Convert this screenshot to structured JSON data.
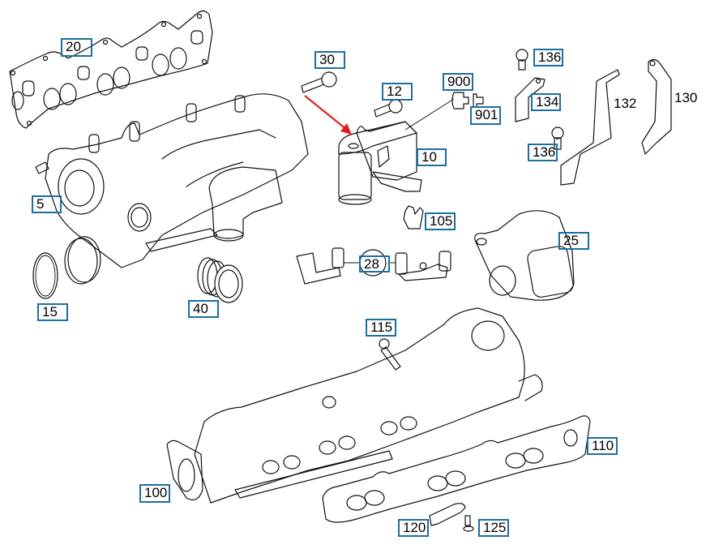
{
  "diagram": {
    "type": "exploded-parts-diagram",
    "subject": "intake manifold / EGR assembly",
    "callout_color": "#1a6fa3",
    "arrow_color": "#e02020",
    "arrow": {
      "from_part": "30",
      "to_part": "10"
    }
  },
  "callouts": [
    {
      "id": "20",
      "label": "20",
      "boxed": true
    },
    {
      "id": "30",
      "label": "30",
      "boxed": true
    },
    {
      "id": "12",
      "label": "12",
      "boxed": true
    },
    {
      "id": "900",
      "label": "900",
      "boxed": true
    },
    {
      "id": "901",
      "label": "901",
      "boxed": true
    },
    {
      "id": "136a",
      "label": "136",
      "boxed": true
    },
    {
      "id": "134",
      "label": "134",
      "boxed": true
    },
    {
      "id": "132",
      "label": "132",
      "boxed": false
    },
    {
      "id": "130",
      "label": "130",
      "boxed": false
    },
    {
      "id": "136b",
      "label": "136",
      "boxed": true
    },
    {
      "id": "10",
      "label": "10",
      "boxed": true
    },
    {
      "id": "5",
      "label": "5",
      "boxed": true
    },
    {
      "id": "105",
      "label": "105",
      "boxed": true
    },
    {
      "id": "25",
      "label": "25",
      "boxed": true
    },
    {
      "id": "28",
      "label": "28",
      "boxed": true,
      "circled": true
    },
    {
      "id": "15",
      "label": "15",
      "boxed": true
    },
    {
      "id": "40",
      "label": "40",
      "boxed": true
    },
    {
      "id": "115",
      "label": "115",
      "boxed": true
    },
    {
      "id": "110",
      "label": "110",
      "boxed": true
    },
    {
      "id": "100",
      "label": "100",
      "boxed": true
    },
    {
      "id": "120",
      "label": "120",
      "boxed": true
    },
    {
      "id": "125",
      "label": "125",
      "boxed": true
    }
  ]
}
